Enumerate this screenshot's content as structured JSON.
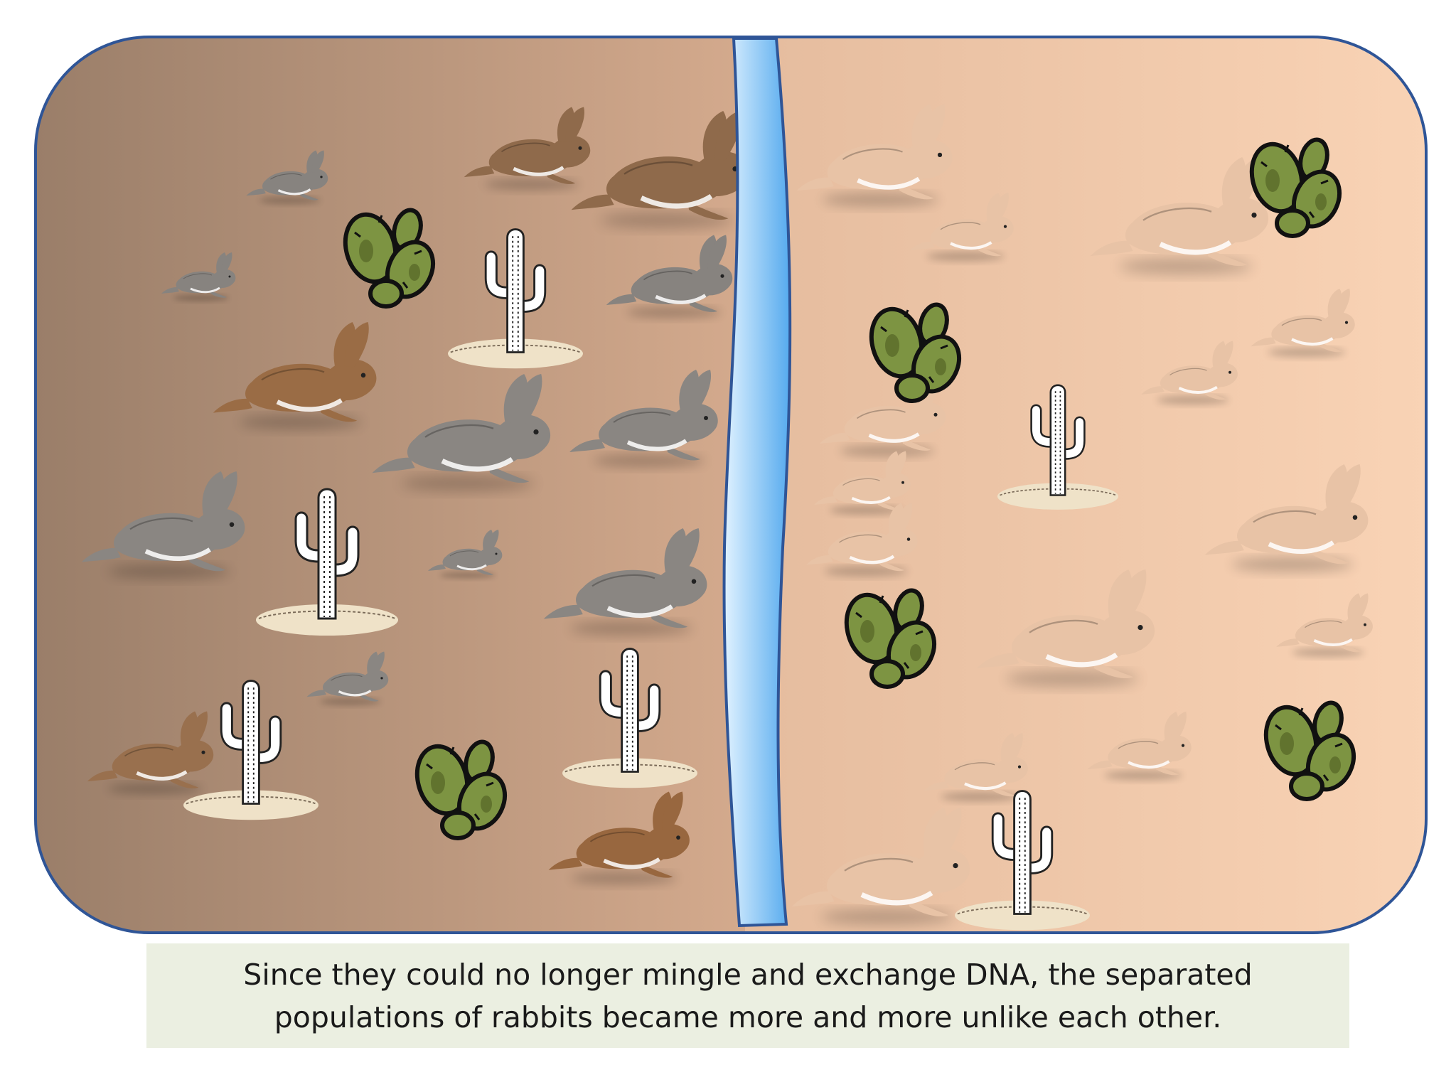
{
  "caption": {
    "text": "Since they could no longer mingle and exchange DNA, the separated populations of rabbits became more and more unlike each other."
  },
  "colors": {
    "left_ground_dark": "#9c806a",
    "left_ground_light": "#d3a98c",
    "right_ground_light": "#e7bea0",
    "right_ground_dark": "#f8d2b4",
    "border": "#2f5597",
    "river_light": "#d8eeff",
    "river_dark": "#5aaff0",
    "rabbit_gray": "#8e8a88",
    "rabbit_brown": "#9b6f4c",
    "rabbit_pale": "#e6c2a7",
    "cactus_green": "#7d9442",
    "caption_bg": "#ebefe1"
  },
  "icons": {
    "rabbit": "rabbit-icon",
    "saguaro": "saguaro-cactus-icon",
    "prickly_pear": "prickly-pear-cactus-icon",
    "river": "river-barrier"
  },
  "groups": {
    "left_population": "gray and brown rabbits",
    "right_population": "pale rabbits"
  }
}
